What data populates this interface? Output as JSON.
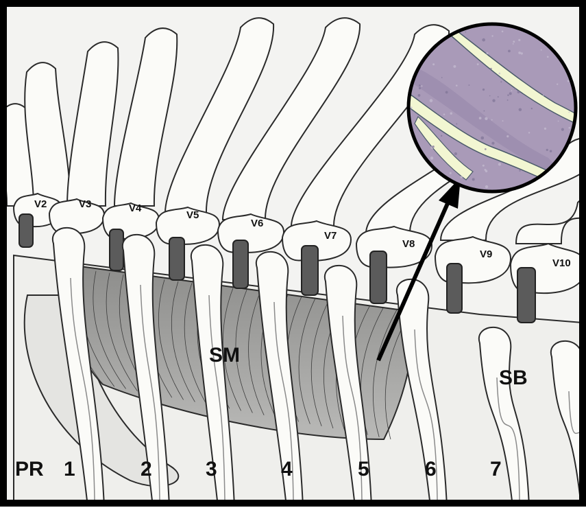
{
  "vertebra_labels": [
    "V2",
    "V3",
    "V4",
    "V5",
    "V6",
    "V7",
    "V8",
    "V9",
    "V10"
  ],
  "rib_labels": [
    "PR",
    "1",
    "2",
    "3",
    "4",
    "5",
    "6",
    "7"
  ],
  "region_labels": {
    "serratus": "SM",
    "sb": "SB"
  },
  "colors": {
    "background": "#f3f3f1",
    "frame": "#000000",
    "bone_fill": "#fbfbf8",
    "bone_stroke": "#2a2a2a",
    "muscle": "#9a9a98",
    "disc": "#5b5b5b",
    "micro_purple": "#a99ab8",
    "micro_stain": "#f2f6d2"
  }
}
